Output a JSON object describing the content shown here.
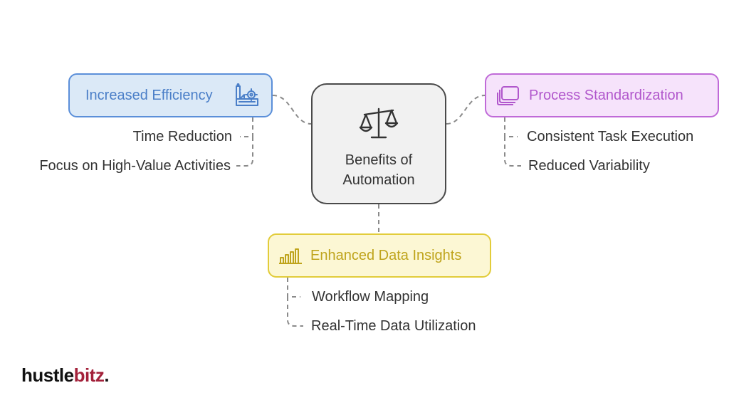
{
  "center": {
    "title_line1": "Benefits of",
    "title_line2": "Automation",
    "icon": "balance-scale-icon"
  },
  "branches": {
    "efficiency": {
      "title": "Increased Efficiency",
      "icon": "factory-icon",
      "color": "#5b8fd9",
      "items": [
        "Time Reduction",
        "Focus on High-Value Activities"
      ]
    },
    "standardization": {
      "title": "Process Standardization",
      "icon": "stacked-pages-icon",
      "color": "#c06ad8",
      "items": [
        "Consistent Task Execution",
        "Reduced Variability"
      ]
    },
    "insights": {
      "title": "Enhanced Data Insights",
      "icon": "bar-chart-icon",
      "color": "#e2cc3a",
      "items": [
        "Workflow Mapping",
        "Real-Time Data Utilization"
      ]
    }
  },
  "logo": {
    "part1": "hustle",
    "part2": "bitz",
    "part3": "."
  }
}
